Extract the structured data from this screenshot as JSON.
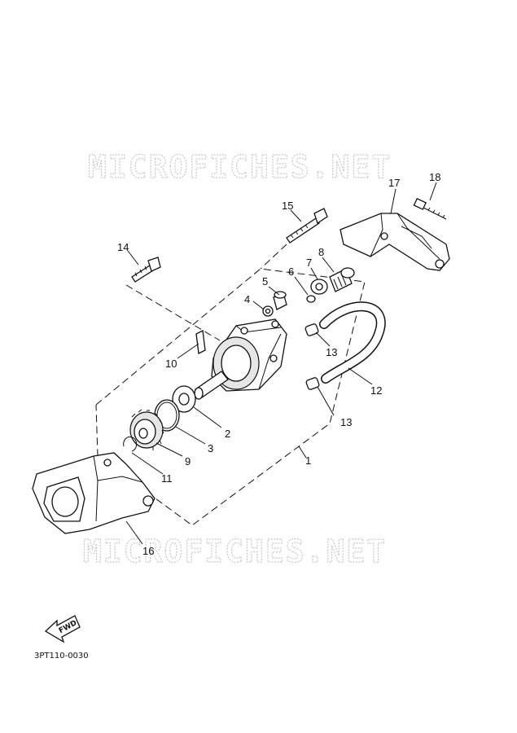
{
  "watermarks": [
    "MICROFICHES.NET",
    "MICROFICHES.NET"
  ],
  "callouts": [
    "1",
    "2",
    "3",
    "4",
    "5",
    "6",
    "7",
    "8",
    "9",
    "10",
    "11",
    "12",
    "13",
    "13",
    "14",
    "15",
    "16",
    "17",
    "18"
  ],
  "fwd_label": "FWD",
  "diagram_code": "3PT110-0030"
}
